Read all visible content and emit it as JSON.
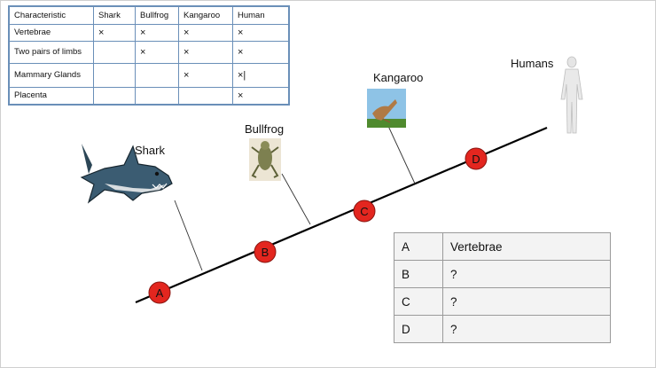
{
  "characteristics_table": {
    "headers": [
      "Characteristic",
      "Shark",
      "Bullfrog",
      "Kangaroo",
      "Human"
    ],
    "rows": [
      {
        "name": "Vertebrae",
        "marks": [
          "×",
          "×",
          "×",
          "×"
        ]
      },
      {
        "name": "Two pairs of limbs",
        "marks": [
          "",
          "×",
          "×",
          "×"
        ]
      },
      {
        "name": "Mammary Glands",
        "marks": [
          "",
          "",
          "×",
          "×|"
        ]
      },
      {
        "name": "Placenta",
        "marks": [
          "",
          "",
          "",
          "×"
        ]
      }
    ]
  },
  "organisms": {
    "shark": "Shark",
    "bullfrog": "Bullfrog",
    "kangaroo": "Kangaroo",
    "humans": "Humans"
  },
  "nodes": [
    "A",
    "B",
    "C",
    "D"
  ],
  "answer_table": [
    {
      "key": "A",
      "value": "Vertebrae"
    },
    {
      "key": "B",
      "value": "?"
    },
    {
      "key": "C",
      "value": "?"
    },
    {
      "key": "D",
      "value": "?"
    }
  ],
  "colors": {
    "node_fill": "#e3261f",
    "node_stroke": "#8a1510",
    "line": "#000000",
    "table_border": "#6a8fb8"
  }
}
